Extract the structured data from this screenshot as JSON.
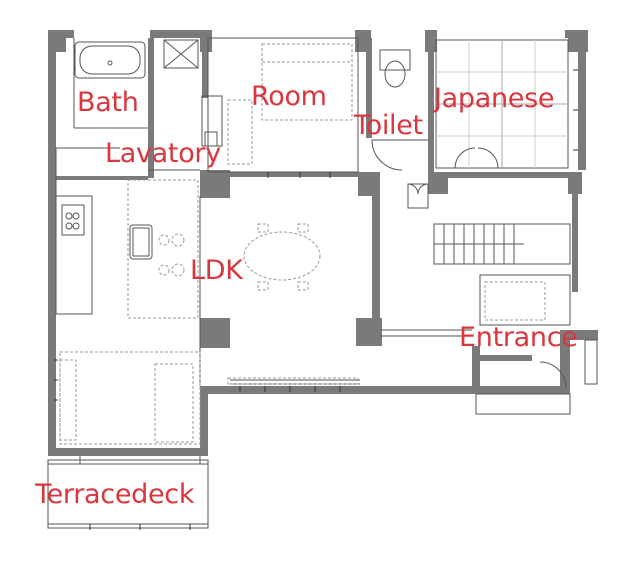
{
  "rooms": {
    "bath": "Bath",
    "room": "Room",
    "toilet": "Toilet",
    "japanese": "Japanese",
    "lavatory": "Lavatory",
    "ldk": "LDK",
    "entrance": "Entrance",
    "terracedeck": "Terracedeck"
  },
  "colors": {
    "label": "#d9363e",
    "wall": "#7a7a7a",
    "line": "#555555",
    "dash": "#9a9a9a"
  }
}
